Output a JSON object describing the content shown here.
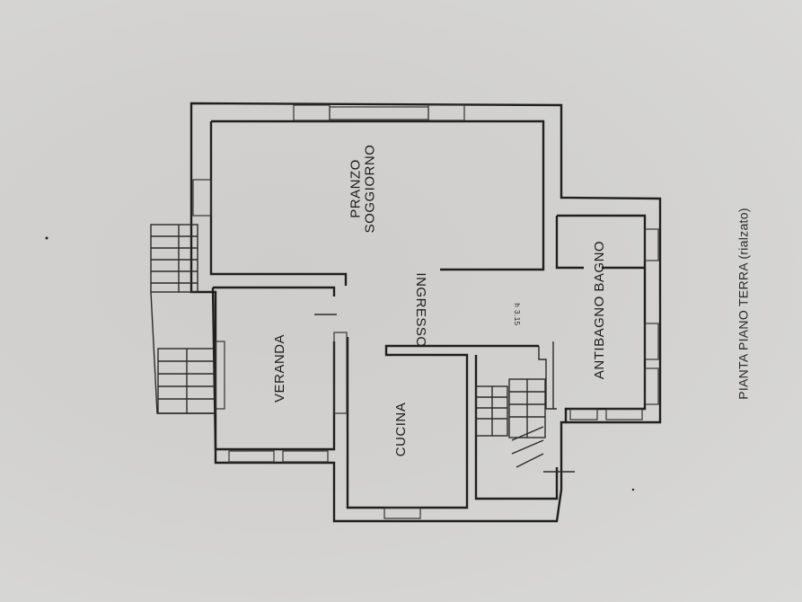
{
  "plan": {
    "caption": "PIANTA PIANO TERRA (rialzato)",
    "ceiling_height": "h 3.15",
    "rooms": {
      "living": {
        "line1": "PRANZO",
        "line2": "SOGGIORNO"
      },
      "entrance": "INGRESSO",
      "bathroom": "ANTIBAGNO BAGNO",
      "veranda": "VERANDA",
      "kitchen": "CUCINA"
    },
    "colors": {
      "paper": "#d3d3d1",
      "ink": "#1f1f1f"
    }
  }
}
